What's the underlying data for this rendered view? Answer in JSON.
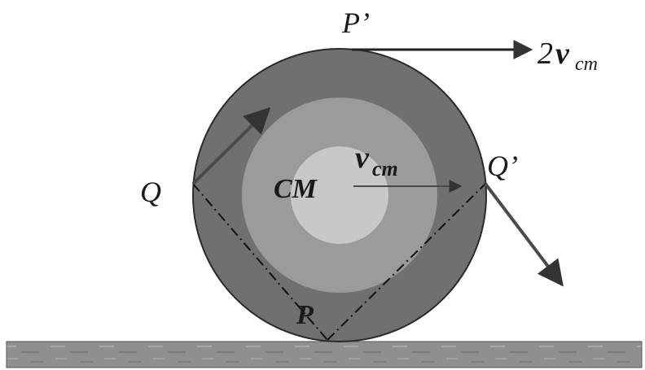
{
  "labels": {
    "p_prime": "P’",
    "two": "2",
    "v": "v",
    "cm_sub": "cm",
    "v_center": "v",
    "cm_sub_center": "cm",
    "center": "CM",
    "q": "Q",
    "q_prime": "Q’",
    "p": "P"
  },
  "colors": {
    "outer_ring": "#6f6f6f",
    "middle_ring": "#9a9a9a",
    "inner_core": "#c6c6c6",
    "outline": "#2a2a2a",
    "arrow": "#4a4a4a",
    "ground": "#8c8c8c"
  }
}
